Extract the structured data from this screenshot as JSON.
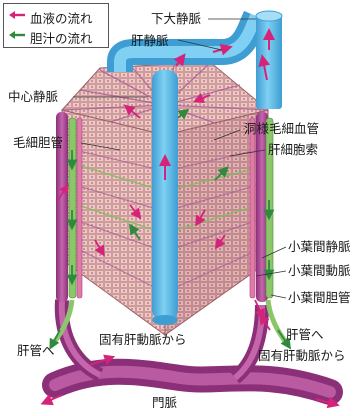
{
  "legend": {
    "blood_flow": "血液の流れ",
    "bile_flow": "胆汁の流れ",
    "blood_color": "#d6237a",
    "bile_color": "#2e8b3e"
  },
  "labels": {
    "inferior_vena_cava": "下大静脈",
    "hepatic_vein": "肝静脈",
    "central_vein": "中心静脈",
    "sinusoid": "洞様毛細血管",
    "bile_canaliculus": "毛細胆管",
    "hepatic_cord": "肝細胞索",
    "interlobular_vein": "小葉間静脈",
    "interlobular_artery": "小葉間動脈",
    "interlobular_bile_duct": "小葉間胆管",
    "to_hepatic_duct_left": "肝管へ",
    "from_hepatic_artery_center": "固有肝動脈から",
    "to_hepatic_duct_right": "肝管へ",
    "from_hepatic_artery_right": "固有肝動脈から",
    "portal_vein": "門脈"
  },
  "colors": {
    "vein_blue": "#5bb8e6",
    "portal_purple": "#a8458f",
    "bile_green": "#8cc66a",
    "lobule_pink": "#d49a9e"
  }
}
